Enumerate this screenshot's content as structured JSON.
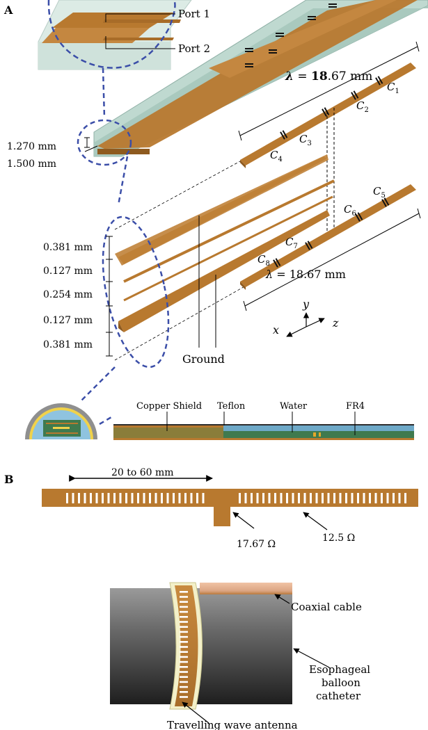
{
  "panels": {
    "a": {
      "letter": "A"
    },
    "b": {
      "letter": "B"
    }
  },
  "panel_a": {
    "ports": {
      "port1": "Port 1",
      "port2": "Port 2"
    },
    "substrate_dims": {
      "top": "1.270 mm",
      "bottom": "1.500 mm"
    },
    "wavelength": {
      "symbol": "λ",
      "equals": " = ",
      "value_top_bold": "18",
      "value_top_rest": ".67 mm",
      "value_bottom": "18.67 mm"
    },
    "capacitors": {
      "c1": "C",
      "c1_sub": "1",
      "c2": "C",
      "c2_sub": "2",
      "c3": "C",
      "c3_sub": "3",
      "c4": "C",
      "c4_sub": "4",
      "c5": "C",
      "c5_sub": "5",
      "c6": "C",
      "c6_sub": "6",
      "c7": "C",
      "c7_sub": "7",
      "c8": "C",
      "c8_sub": "8"
    },
    "layer_dims": [
      "0.381 mm",
      "0.127 mm",
      "0.254 mm",
      "0.127 mm",
      "0.381 mm"
    ],
    "ground_label": "Ground",
    "axes": {
      "x": "x",
      "y": "y",
      "z": "z"
    },
    "cross_section": {
      "copper_shield": "Copper Shield",
      "teflon": "Teflon",
      "water": "Water",
      "fr4": "FR4"
    },
    "colors": {
      "copper": "#b8792f",
      "copper_dark": "#8e5a1f",
      "substrate": "#c9ddd7",
      "water": "#8fc3df",
      "fr4": "#3f7a4e",
      "dash_blue": "#3b4ea8"
    }
  },
  "panel_b": {
    "range_label": "20 to 60 mm",
    "impedance_left": "17.67 Ω",
    "impedance_right": "12.5 Ω",
    "coaxial_cable": "Coaxial cable",
    "catheter": [
      "Esophageal",
      "balloon",
      "catheter"
    ],
    "antenna": "Travelling wave antenna"
  }
}
